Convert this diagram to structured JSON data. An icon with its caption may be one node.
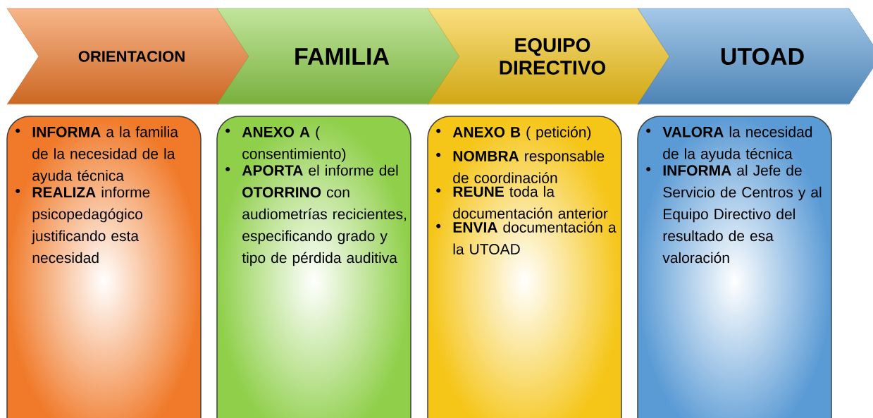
{
  "diagram": {
    "nodes": [
      {
        "text": [
          "ORIENTACION"
        ]
      },
      {
        "text": [
          "FAMILIA"
        ]
      },
      {
        "text": [
          "EQUIPO DIRECTIVO"
        ]
      },
      {
        "text": [
          "UTOAD"
        ]
      },
      {
        "text": [
          "**INFORMA** a la familia de la necesidad de la ayuda técnica",
          "**REALIZA** informe psicopedagógico justificando esta necesidad"
        ]
      },
      {
        "text": [
          "**ANEXO A** ( consentimiento)",
          "**APORTA** el informe del **OTORRINO** con audiometrías recicientes, especificando grado y tipo de pérdida auditiva"
        ]
      },
      {
        "text": [
          "**ANEXO B** ( petición)",
          "**NOMBRA** responsable de coordinación",
          "**REUNE** toda la documentación anterior",
          "**ENVIA** documentación a la UTOAD"
        ]
      },
      {
        "text": [
          "**VALORA** la necesidad de la ayuda técnica",
          "**INFORMA** al Jefe de Servicio de Centros y al Equipo Directivo del resultado de esa valoración"
        ]
      }
    ]
  }
}
